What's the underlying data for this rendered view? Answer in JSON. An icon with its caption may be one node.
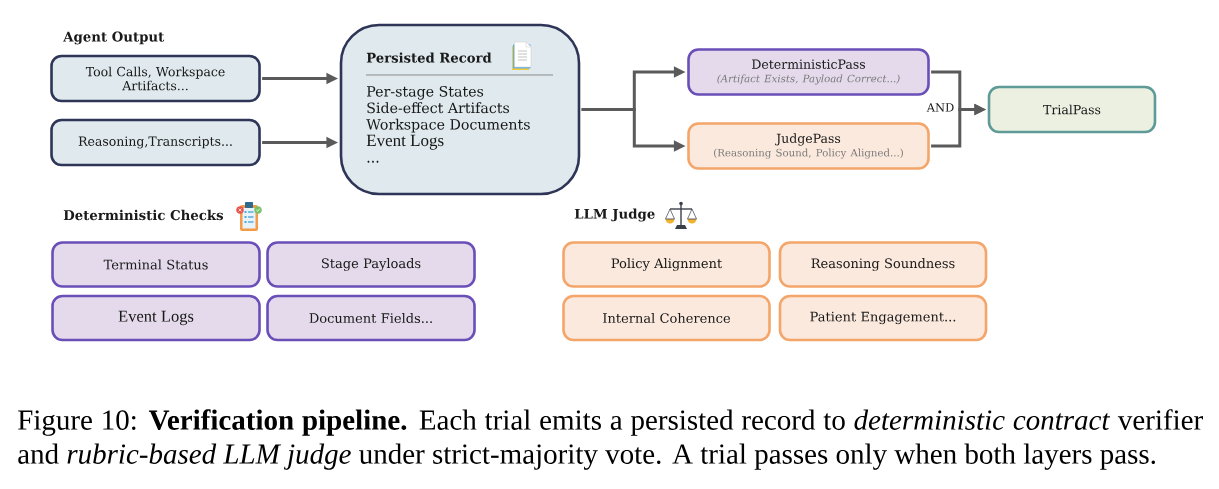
{
  "diagram": {
    "caption": "Figure 10: **Verification pipeline.** Each trial emits a persisted record to *deterministic contract* verifier and *rubric-based LLM judge* under strict-majority vote. A trial passes only when both layers pass.",
    "nodes": [
      {
        "text": [
          "Tool Calls, Workspace Artifacts..."
        ]
      },
      {
        "text": [
          "Reasoning,Transcripts..."
        ]
      },
      {
        "text": [
          "Persisted Record",
          "Per-stage States",
          "Side-effect Artifacts",
          "Workspace Documents",
          "Event Logs",
          "..."
        ]
      },
      {
        "text": [
          "DeterministicPass",
          "(Artifact Exists, Payload Correct...)"
        ]
      },
      {
        "text": [
          "JudgePass",
          "(Reasoning Sound, Policy Aligned...)"
        ]
      },
      {
        "text": [
          "TrialPass"
        ]
      },
      {
        "text": [
          "Terminal Status"
        ]
      },
      {
        "text": [
          "Stage Payloads"
        ]
      },
      {
        "text": [
          "Event Logs"
        ]
      },
      {
        "text": [
          "Document Fields..."
        ]
      },
      {
        "text": [
          "Policy Alignment"
        ]
      },
      {
        "text": [
          "Reasoning Soundness"
        ]
      },
      {
        "text": [
          "Internal Coherence"
        ]
      },
      {
        "text": [
          "Patient Engagement..."
        ]
      }
    ],
    "edges": [
      {
        "from": 0,
        "to": 2,
        "arrow": "to"
      },
      {
        "from": 1,
        "to": 2,
        "arrow": "to"
      },
      {
        "from": 2,
        "to": 3,
        "arrow": "to"
      },
      {
        "from": 2,
        "to": 4,
        "arrow": "to"
      },
      {
        "from": 3,
        "to": 5,
        "arrow": "to"
      },
      {
        "from": 4,
        "to": 5,
        "arrow": "to"
      }
    ],
    "labels": [
      "Agent Output",
      "AND",
      "Deterministic Checks",
      "LLM Judge"
    ]
  }
}
